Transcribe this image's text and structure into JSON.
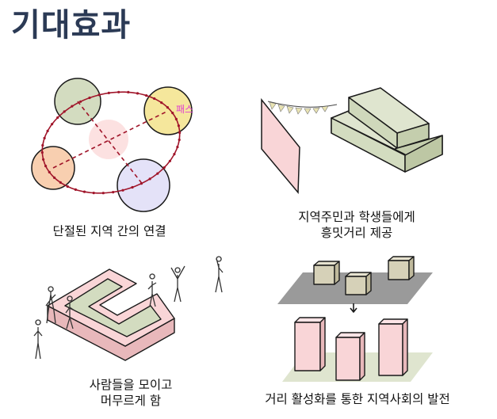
{
  "title": "기대효과",
  "panels": [
    {
      "lines": [
        "단절된 지역 간의 연결"
      ],
      "tag": "패스"
    },
    {
      "lines": [
        "지역주민과 학생들에게",
        "흥밋거리 제공"
      ]
    },
    {
      "lines": [
        "사람들을 모이고",
        "머무르게 함"
      ]
    },
    {
      "lines": [
        "거리 활성화를 통한 지역사회의 발전"
      ]
    }
  ],
  "colors": {
    "title": "#2b3a55",
    "path": "#a0152a",
    "green_block": "#d3dcc0",
    "pink_block": "#f9d5d7",
    "yellow_circle": "#f5e79c",
    "orange_circle": "#f8cfb0",
    "lavender_circle": "#e4e2f8",
    "gray_plane": "#9a9a9a",
    "tag_text": "#e040d0"
  }
}
